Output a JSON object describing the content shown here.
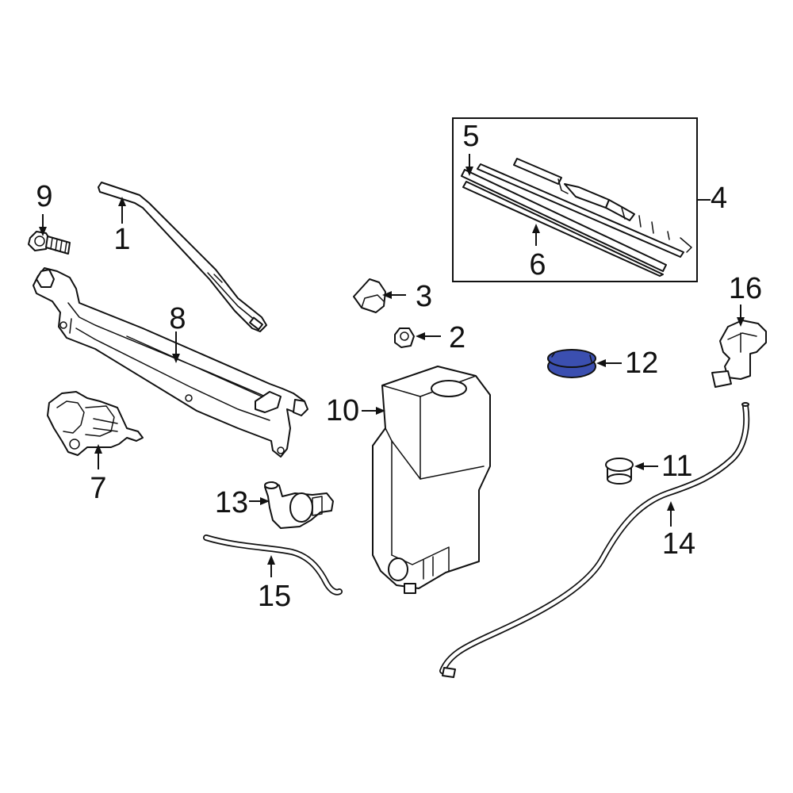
{
  "highlight_color": "#3b4fb0",
  "callouts": {
    "c1": "1",
    "c2": "2",
    "c3": "3",
    "c4": "4",
    "c5": "5",
    "c6": "6",
    "c7": "7",
    "c8": "8",
    "c9": "9",
    "c10": "10",
    "c11": "11",
    "c12": "12",
    "c13": "13",
    "c14": "14",
    "c15": "15",
    "c16": "16"
  },
  "parts": [
    {
      "id": "wiper-arm",
      "callout": "1"
    },
    {
      "id": "arm-nut",
      "callout": "2"
    },
    {
      "id": "arm-cap",
      "callout": "3"
    },
    {
      "id": "wiper-blade-assembly",
      "callout": "4"
    },
    {
      "id": "blade-end-clip",
      "callout": "5"
    },
    {
      "id": "blade-refill",
      "callout": "6"
    },
    {
      "id": "wiper-motor",
      "callout": "7"
    },
    {
      "id": "wiper-linkage",
      "callout": "8"
    },
    {
      "id": "mounting-bolt",
      "callout": "9"
    },
    {
      "id": "washer-reservoir",
      "callout": "10"
    },
    {
      "id": "reservoir-grommet",
      "callout": "11"
    },
    {
      "id": "reservoir-cap",
      "callout": "12",
      "highlighted": true
    },
    {
      "id": "washer-pump",
      "callout": "13"
    },
    {
      "id": "washer-hose-long",
      "callout": "14"
    },
    {
      "id": "washer-hose-short",
      "callout": "15"
    },
    {
      "id": "washer-nozzle",
      "callout": "16"
    }
  ]
}
